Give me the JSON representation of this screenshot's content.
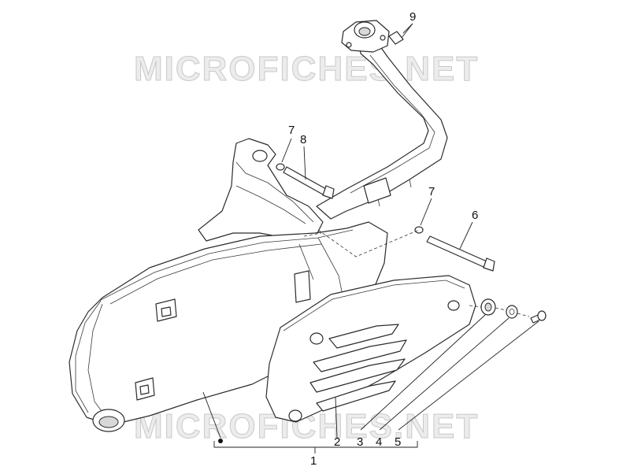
{
  "watermark": "MICROFICHES.NET",
  "callouts": {
    "c1": "1",
    "c2": "2",
    "c3": "3",
    "c4": "4",
    "c5": "5",
    "c6": "6",
    "c7a": "7",
    "c7b": "7",
    "c8": "8",
    "c9": "9"
  }
}
